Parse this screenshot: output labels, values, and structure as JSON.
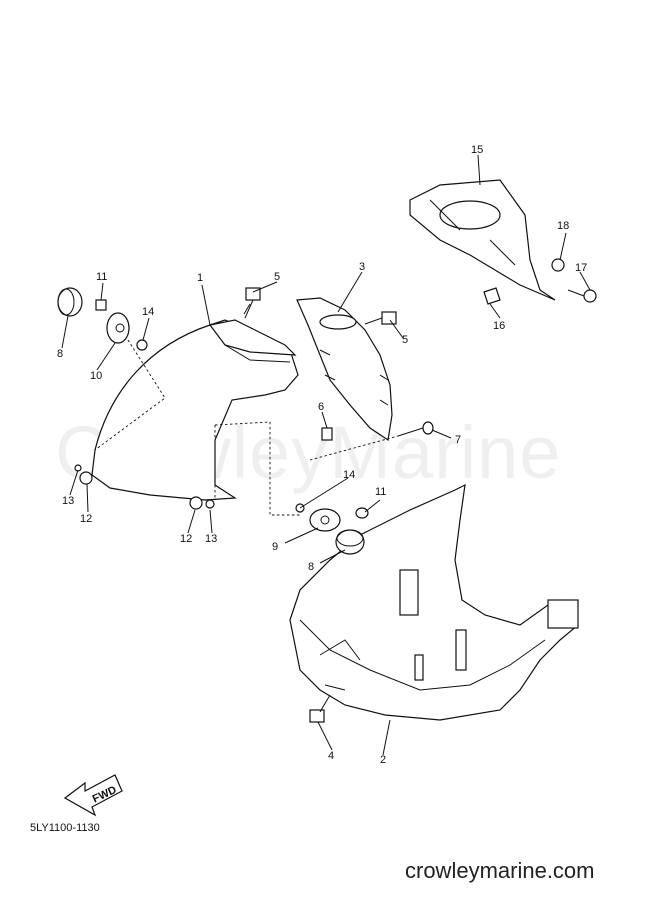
{
  "callouts": {
    "c1": "1",
    "c2": "2",
    "c3": "3",
    "c4": "4",
    "c5a": "5",
    "c5b": "5",
    "c6": "6",
    "c7": "7",
    "c8a": "8",
    "c8b": "8",
    "c9": "9",
    "c10": "10",
    "c11a": "11",
    "c11b": "11",
    "c12a": "12",
    "c12b": "12",
    "c13a": "13",
    "c13b": "13",
    "c14a": "14",
    "c14b": "14",
    "c15": "15",
    "c16": "16",
    "c17": "17",
    "c18": "18"
  },
  "fwd_label": "FWD",
  "diagram_code": "5LY1100-1130",
  "website": "crowleymarine.com",
  "watermark": "CrowleyMarine"
}
